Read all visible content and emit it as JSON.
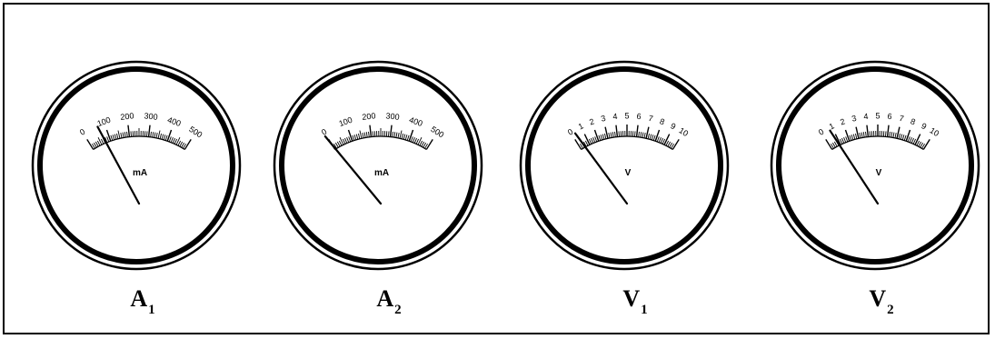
{
  "meters": [
    {
      "letter": "A",
      "subscript": "1",
      "unit": "mA",
      "scale_labels": [
        "0",
        "100",
        "200",
        "300",
        "400",
        "500"
      ],
      "scale_max": 500,
      "reading": 80
    },
    {
      "letter": "A",
      "subscript": "2",
      "unit": "mA",
      "scale_labels": [
        "0",
        "100",
        "200",
        "300",
        "400",
        "500"
      ],
      "scale_max": 500,
      "reading": 10
    },
    {
      "letter": "V",
      "subscript": "1",
      "unit": "V",
      "scale_labels": [
        "0",
        "1",
        "2",
        "3",
        "4",
        "5",
        "6",
        "7",
        "8",
        "9",
        "10"
      ],
      "scale_max": 10,
      "reading": 0.6
    },
    {
      "letter": "V",
      "subscript": "2",
      "unit": "V",
      "scale_labels": [
        "0",
        "1",
        "2",
        "3",
        "4",
        "5",
        "6",
        "7",
        "8",
        "9",
        "10"
      ],
      "scale_max": 10,
      "reading": 1.0
    }
  ],
  "colors": {
    "ink": "#000000",
    "face": "#ffffff"
  }
}
